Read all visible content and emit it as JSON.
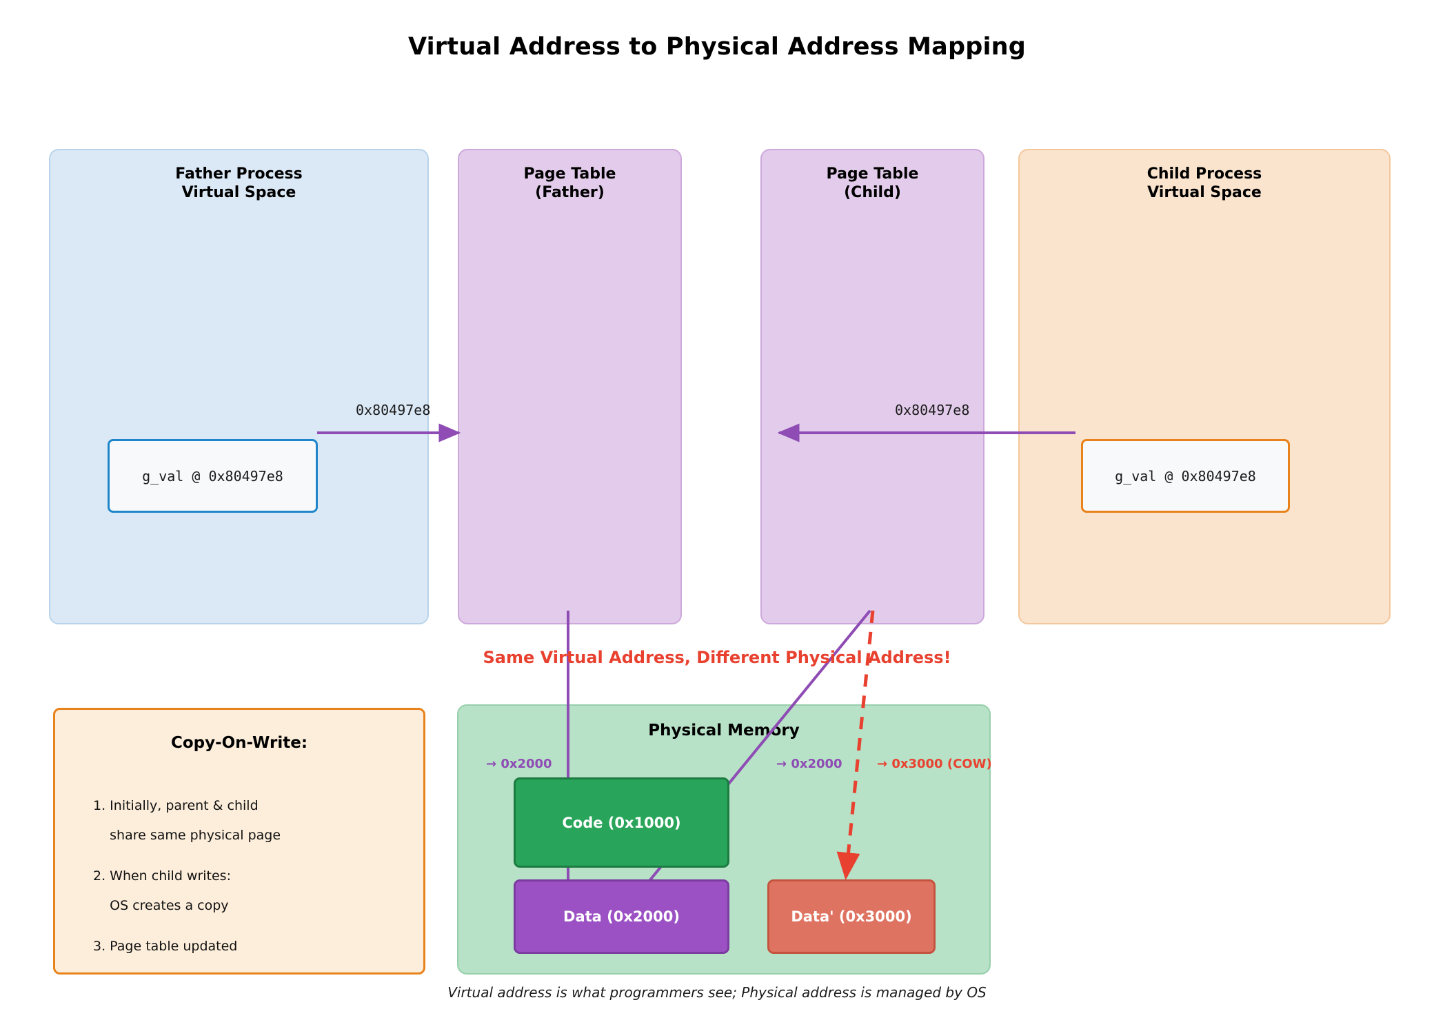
{
  "title": "Virtual Address to Physical Address Mapping",
  "panels": {
    "father_process": {
      "title": "Father Process\nVirtual Space"
    },
    "page_table_father": {
      "title": "Page Table\n(Father)"
    },
    "page_table_child": {
      "title": "Page Table\n(Child)"
    },
    "child_process": {
      "title": "Child Process\nVirtual Space"
    },
    "physical_memory": {
      "title": "Physical Memory"
    }
  },
  "variables": {
    "father_gval": "g_val @ 0x80497e8",
    "child_gval": "g_val @ 0x80497e8"
  },
  "virtual_addresses": {
    "father": "0x80497e8",
    "child": "0x80497e8"
  },
  "emphasis": "Same Virtual Address, Different Physical Address!",
  "mappings": {
    "father_to_data": "→ 0x2000",
    "child_to_data": "→ 0x2000",
    "child_cow": "→ 0x3000 (COW)"
  },
  "memory_blocks": [
    {
      "label": "Code (0x1000)",
      "color": "#28a55a"
    },
    {
      "label": "Data (0x2000)",
      "color": "#9b51c4"
    },
    {
      "label": "Data' (0x3000)",
      "color": "#df7361"
    }
  ],
  "cow": {
    "title": "Copy-On-Write:",
    "steps": [
      "1. Initially, parent & child",
      "    share same physical page",
      "2. When child writes:",
      "    OS creates a copy",
      "3. Page table updated"
    ]
  },
  "footer": "Virtual address is what programmers see; Physical address is managed by OS",
  "colors": {
    "father_panel": "#dbe9f6",
    "page_table_panel": "#e3cceb",
    "child_panel": "#fae4cd",
    "physical_panel": "#b8e2c8",
    "arrow_purple": "#8e4cb4",
    "arrow_red": "#e8412f",
    "cow_border": "#e8821a",
    "father_box_border": "#1f87c9"
  }
}
